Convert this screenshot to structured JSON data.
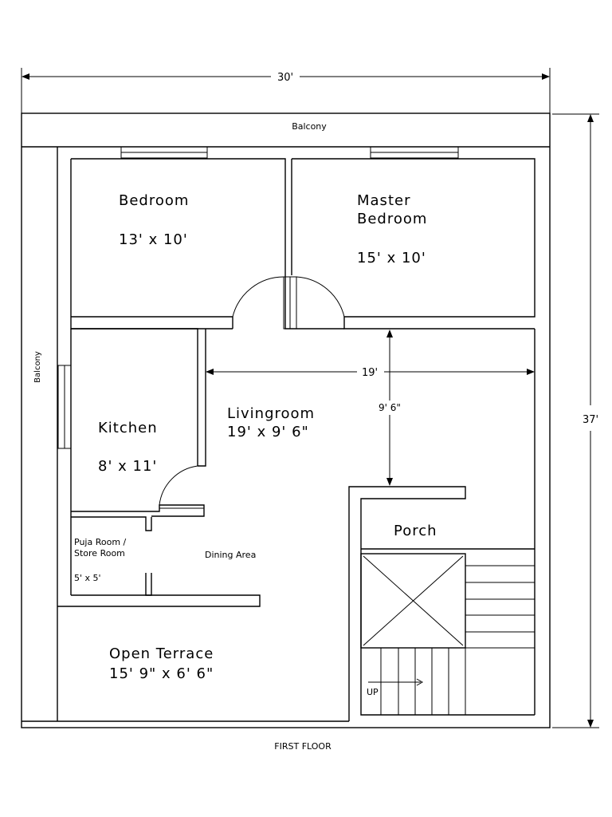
{
  "plan": {
    "overall_width": "30'",
    "overall_depth": "37'",
    "floor_title": "FIRST FLOOR"
  },
  "rooms": {
    "balcony_top": "Balcony",
    "balcony_left": "Balcony",
    "bedroom": {
      "name": "Bedroom",
      "size": "13' x 10'"
    },
    "master_bedroom": {
      "name_line1": "Master",
      "name_line2": "Bedroom",
      "size": "15' x 10'"
    },
    "kitchen": {
      "name": "Kitchen",
      "size": "8' x 11'"
    },
    "livingroom": {
      "name": "Livingroom",
      "size": "19' x 9' 6\""
    },
    "puja": {
      "name_line1": "Puja Room /",
      "name_line2": "Store Room",
      "size": "5' x 5'"
    },
    "dining": "Dining Area",
    "porch": "Porch",
    "open_terrace": {
      "name": "Open Terrace",
      "size": "15' 9\" x 6' 6\""
    }
  },
  "dimensions": {
    "living_width": "19'",
    "living_depth": "9' 6\""
  },
  "stair": {
    "up_label": "UP"
  }
}
